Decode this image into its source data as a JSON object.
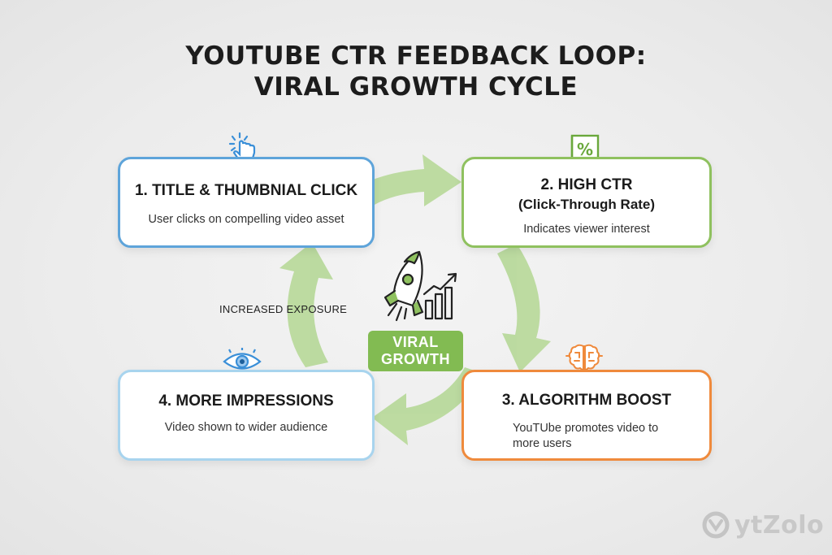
{
  "title": {
    "line1": "YOUTUBE CTR FEEDBACK LOOP:",
    "line2": "VIRAL GROWTH CYCLE"
  },
  "steps": [
    {
      "title": "1. TITLE & THUMBNIAL CLICK",
      "description": "User clicks on compelling video asset",
      "color": "#5ea4da",
      "icon": "click-hand-icon"
    },
    {
      "title": "2. HIGH CTR",
      "subtitle": "(Click-Through Rate)",
      "description": "Indicates viewer interest",
      "color": "#8fc15f",
      "icon": "percent-chart-icon"
    },
    {
      "title": "3. ALGORITHM BOOST",
      "description": "YouTUbe promotes video to more users",
      "color": "#ef8a3c",
      "icon": "brain-circuit-icon"
    },
    {
      "title": "4. MORE IMPRESSIONS",
      "description": "Video shown to wider audience",
      "color": "#a8d4ee",
      "icon": "eye-icon"
    }
  ],
  "loop_label": "INCREASED EXPOSURE",
  "center": {
    "badge_line1": "VIRAL",
    "badge_line2": "GROWTH",
    "badge_color": "#82bb52",
    "icon": "rocket-growth-icon"
  },
  "arrow_color": "#b9d99c",
  "logo": {
    "text": "ytZolo",
    "icon": "ytzolo-logo-icon"
  }
}
